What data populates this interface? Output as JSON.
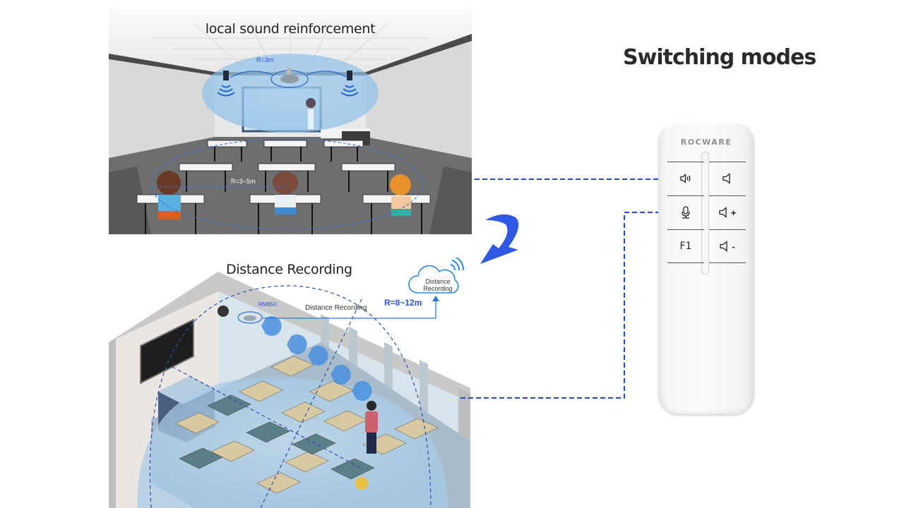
{
  "header": {
    "title": "Switching modes"
  },
  "top_scene": {
    "title": "local sound reinforcement",
    "mic_radius_label": "R=3m",
    "pickup_radius_label": "R=3~5m"
  },
  "bottom_scene": {
    "title": "Distance Recording",
    "device_label": "RM850",
    "link_label": "Distance Recording",
    "range_label": "R=8~12m",
    "cloud_label_line1": "Distance",
    "cloud_label_line2": "Recording"
  },
  "remote": {
    "brand": "ROCWARE",
    "buttons": [
      {
        "id": "sound-reinforcement",
        "icon": "speaker-sound-icon",
        "label": ""
      },
      {
        "id": "volume",
        "icon": "speaker-icon",
        "label": ""
      },
      {
        "id": "recording",
        "icon": "microphone-icon",
        "label": ""
      },
      {
        "id": "volume-up",
        "icon": "speaker-plus-icon",
        "label": "+"
      },
      {
        "id": "function-1",
        "icon": "",
        "label": "F1"
      },
      {
        "id": "volume-down",
        "icon": "speaker-minus-icon",
        "label": "-"
      }
    ]
  },
  "colors": {
    "accent_blue": "#2a55d8",
    "arrow_blue": "#2f58e6",
    "zone_blue": "#7fb4e0",
    "text_dark": "#222222"
  }
}
